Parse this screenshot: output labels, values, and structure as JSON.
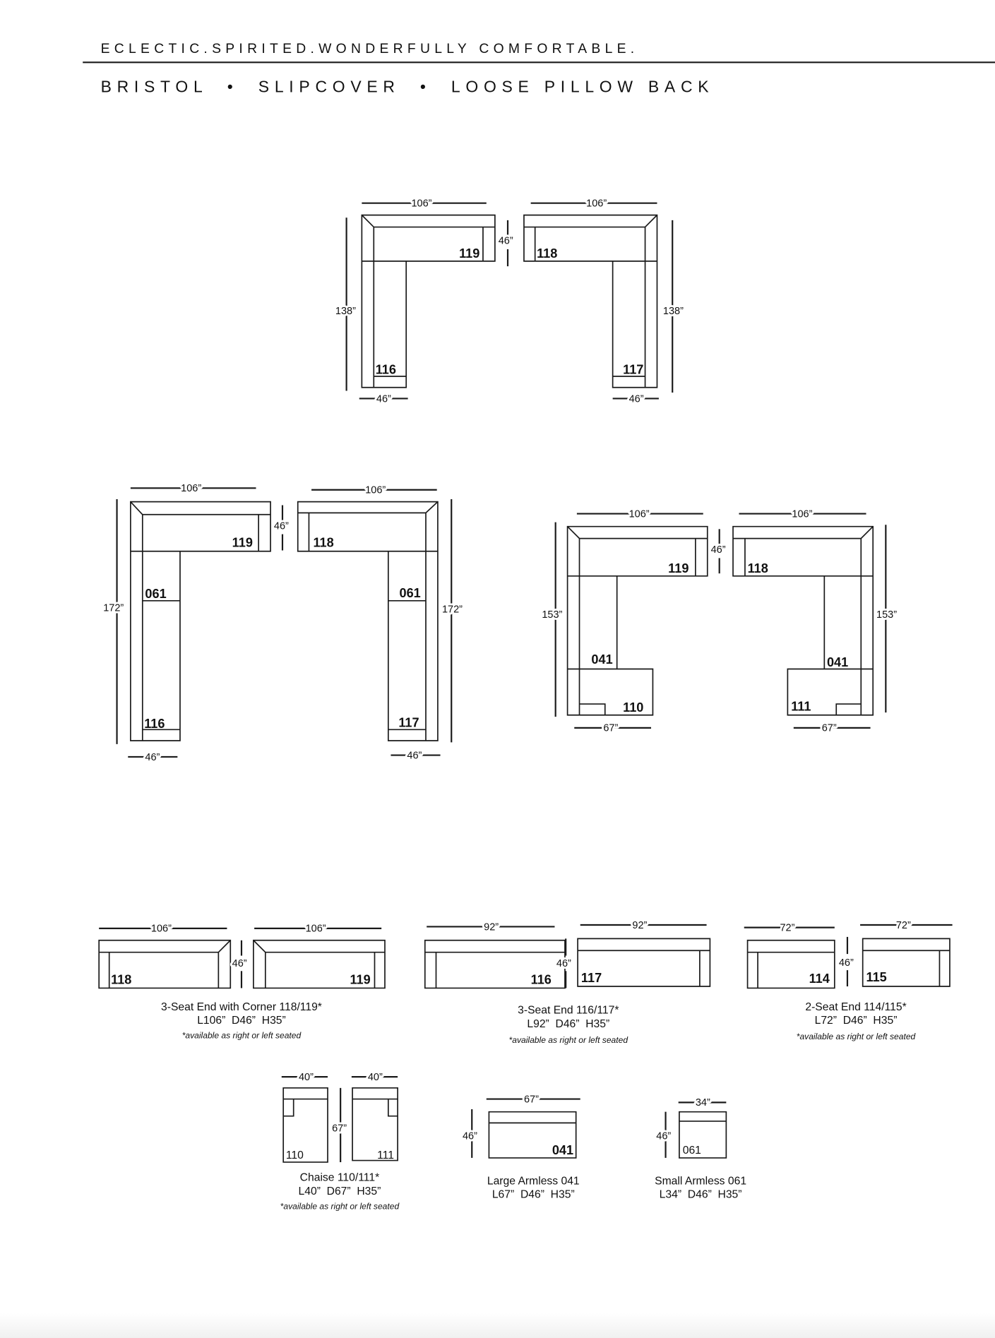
{
  "header": {
    "tagline": "ECLECTIC.SPIRITED.WONDERFULLY COMFORTABLE.",
    "title": "BRISTOL  •  SLIPCOVER  •  LOOSE PILLOW BACK"
  },
  "configurations": [
    {
      "pieces": [
        "119",
        "116"
      ],
      "dims": {
        "length": "106”",
        "depth": "46”",
        "side": "138”",
        "arm": "46”"
      }
    },
    {
      "pieces": [
        "118",
        "117"
      ],
      "dims": {
        "length": "106”",
        "side": "138”",
        "arm": "46”"
      }
    },
    {
      "pieces": [
        "119",
        "061",
        "116"
      ],
      "dims": {
        "length": "106”",
        "depth": "46”",
        "side": "172”",
        "arm": "46”"
      }
    },
    {
      "pieces": [
        "118",
        "061",
        "117"
      ],
      "dims": {
        "length": "106”",
        "side": "172”",
        "arm": "46”"
      }
    },
    {
      "pieces": [
        "119",
        "041",
        "110"
      ],
      "dims": {
        "length": "106”",
        "depth": "46”",
        "side": "153”",
        "chaise": "67”"
      }
    },
    {
      "pieces": [
        "118",
        "041",
        "111"
      ],
      "dims": {
        "length": "106”",
        "side": "153”",
        "chaise": "67”"
      }
    }
  ],
  "components": [
    {
      "name": "3-Seat End with Corner 118/119*",
      "size": "L106”  D46”  H35”",
      "note": "*available as right or left seated",
      "codes": [
        "118",
        "119"
      ],
      "width": "106”",
      "depth": "46”"
    },
    {
      "name": "3-Seat End 116/117*",
      "size": "L92”  D46”  H35”",
      "note": "*available as right or left seated",
      "codes": [
        "116",
        "117"
      ],
      "width": "92”",
      "depth": "46”"
    },
    {
      "name": "2-Seat End 114/115*",
      "size": "L72”  D46”  H35”",
      "note": "*available as right or left seated",
      "codes": [
        "114",
        "115"
      ],
      "width": "72”",
      "depth": "46”"
    },
    {
      "name": "Chaise 110/111*",
      "size": "L40”  D67”  H35”",
      "note": "*available as right or left seated",
      "codes": [
        "110",
        "111"
      ],
      "width": "40”",
      "depth": "67”"
    },
    {
      "name": "Large Armless 041",
      "size": "L67”  D46”  H35”",
      "codes": [
        "041"
      ],
      "width": "67”",
      "depth": "46”"
    },
    {
      "name": "Small Armless 061",
      "size": "L34”  D46”  H35”",
      "codes": [
        "061"
      ],
      "width": "34”",
      "depth": "46”"
    }
  ]
}
